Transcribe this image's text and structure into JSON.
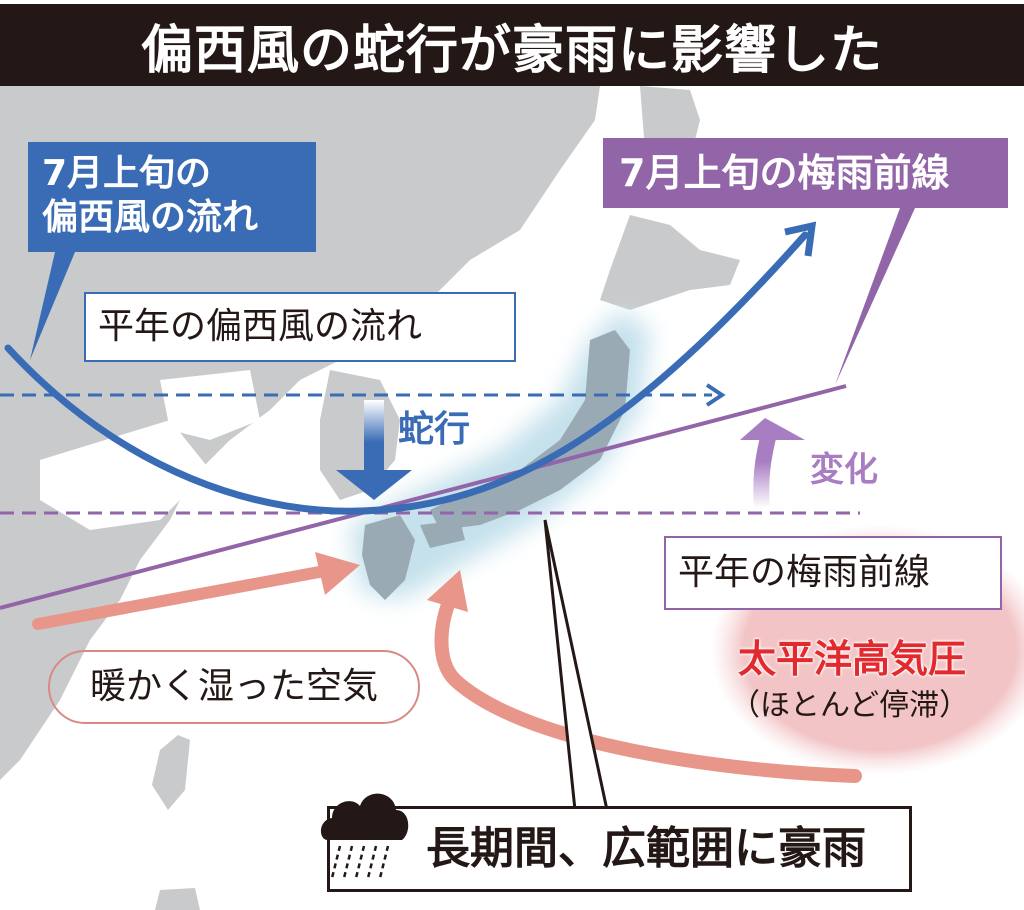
{
  "title": "偏西風の蛇行が豪雨に影響した",
  "labels": {
    "july_jet_stream": [
      "7月上旬の",
      "偏西風の流れ"
    ],
    "july_baiu_front": "7月上旬の梅雨前線",
    "normal_jet_stream": "平年の偏西風の流れ",
    "meander": "蛇行",
    "change": "変化",
    "normal_baiu_front": "平年の梅雨前線",
    "pacific_high": "太平洋高気圧",
    "pacific_high_note": "（ほとんど停滞）",
    "warm_moist_air": "暖かく湿った空気",
    "result": "長期間、広範囲に豪雨"
  },
  "icons": {
    "rain_cloud": "rain-cloud-icon"
  },
  "colors": {
    "title_bg": "#231815",
    "jet_stream_blue": "#3a6cb6",
    "baiu_purple": "#9264a8",
    "change_purple": "#a87dc2",
    "warm_air_salmon": "#e8968a",
    "pacific_high_fill": "#f2c4c6",
    "pacific_high_text": "#e2292d",
    "land_gray": "#c9cacb",
    "japan_fill": "#9aaab5",
    "rain_area_glow": "#c5e1ec"
  }
}
